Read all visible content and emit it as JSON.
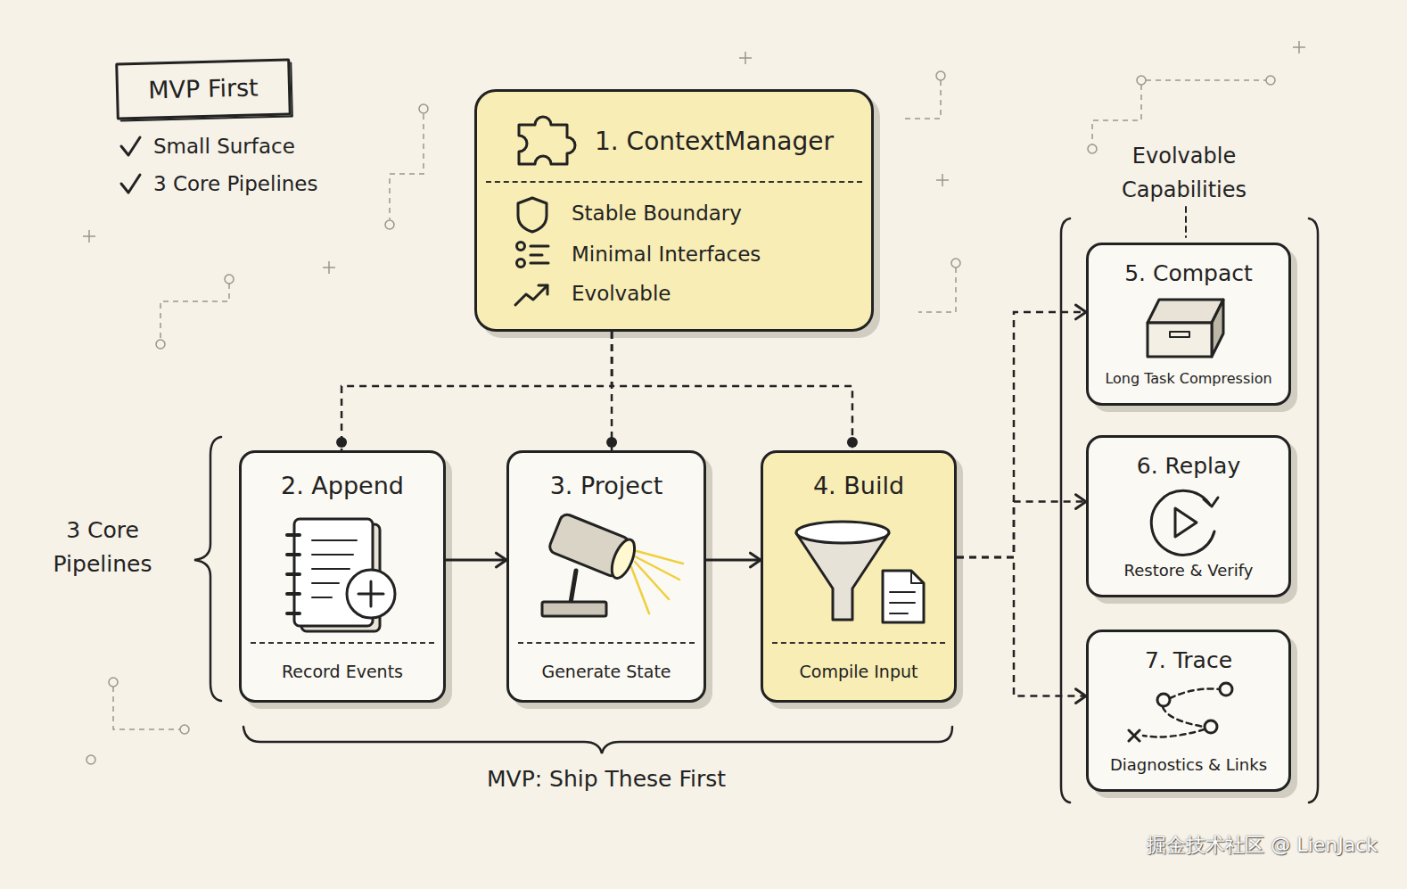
{
  "diagram": {
    "nodes": [
      {
        "text": [
          "MVP First"
        ]
      },
      {
        "text": [
          "1. ContextManager",
          "Stable Boundary",
          "Minimal Interfaces",
          "Evolvable"
        ]
      },
      {
        "text": [
          "2. Append",
          "Record Events"
        ]
      },
      {
        "text": [
          "3. Project",
          "Generate State"
        ]
      },
      {
        "text": [
          "4. Build",
          "Compile Input"
        ]
      },
      {
        "text": [
          "5. Compact",
          "Long Task Compression"
        ]
      },
      {
        "text": [
          "6. Replay",
          "Restore & Verify"
        ]
      },
      {
        "text": [
          "7. Trace",
          "Diagnostics & Links"
        ]
      }
    ],
    "edges": [
      {
        "from": 1,
        "to": 2,
        "arrow": "none"
      },
      {
        "from": 1,
        "to": 3,
        "arrow": "none"
      },
      {
        "from": 1,
        "to": 4,
        "arrow": "none"
      },
      {
        "from": 2,
        "to": 3,
        "arrow": "to"
      },
      {
        "from": 3,
        "to": 4,
        "arrow": "to"
      },
      {
        "from": 4,
        "to": 5,
        "arrow": "to"
      },
      {
        "from": 4,
        "to": 6,
        "arrow": "to"
      },
      {
        "from": 4,
        "to": 7,
        "arrow": "to"
      }
    ],
    "labels": [
      "Small Surface",
      "3 Core Pipelines",
      "Evolvable Capabilities",
      "3 Core Pipelines",
      "MVP: Ship These First",
      "掘金技术社区 @ LienJack"
    ]
  }
}
